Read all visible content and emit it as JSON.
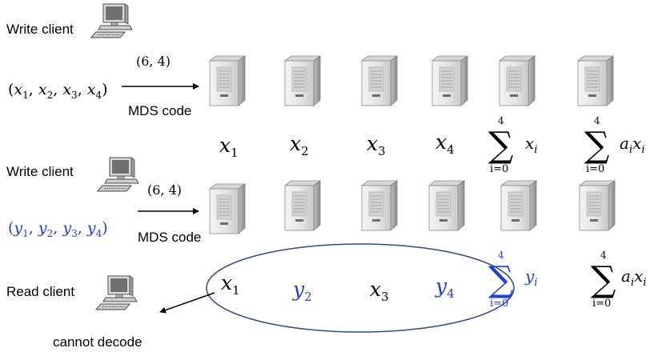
{
  "top": {
    "client_label": "Write client",
    "code_params": "(6, 4)",
    "code_name": "MDS code",
    "tuple": {
      "open": "(",
      "vars": [
        "x",
        "x",
        "x",
        "x"
      ],
      "subs": [
        "1",
        "2",
        "3",
        "4"
      ],
      "sep": ",",
      "close": ")"
    },
    "stored": {
      "plain": [
        {
          "var": "x",
          "sub": "1"
        },
        {
          "var": "x",
          "sub": "2"
        },
        {
          "var": "x",
          "sub": "3"
        },
        {
          "var": "x",
          "sub": "4"
        }
      ],
      "sum1": {
        "upper": "4",
        "lower": "i=0",
        "var": "x",
        "sub": "i"
      },
      "sum2": {
        "upper": "4",
        "lower": "i=0",
        "coef": "a",
        "coef_sub": "i",
        "var": "x",
        "sub": "i"
      }
    }
  },
  "middle": {
    "client_label": "Write client",
    "code_params": "(6, 4)",
    "code_name": "MDS code",
    "tuple": {
      "open": "(",
      "vars": [
        "y",
        "y",
        "y",
        "y"
      ],
      "subs": [
        "1",
        "2",
        "3",
        "4"
      ],
      "sep": ",",
      "close": ")"
    }
  },
  "bottom": {
    "client_label": "Read client",
    "status": "cannot decode",
    "read": {
      "plain": [
        {
          "var": "x",
          "sub": "1",
          "color": "#000000"
        },
        {
          "var": "y",
          "sub": "2",
          "color": "#1f3fd8"
        },
        {
          "var": "x",
          "sub": "3",
          "color": "#000000"
        },
        {
          "var": "y",
          "sub": "4",
          "color": "#1f3fd8"
        }
      ],
      "sum1": {
        "upper": "4",
        "lower": "i=0",
        "var": "y",
        "sub": "i",
        "color": "#1f3fd8"
      },
      "sum2": {
        "upper": "4",
        "lower": "i=0",
        "coef": "a",
        "coef_sub": "i",
        "var": "x",
        "sub": "i",
        "color": "#000000"
      }
    }
  },
  "colors": {
    "accent": "#1f3fd8",
    "ellipse": "#2f4a88"
  },
  "icons": [
    "computer-icon",
    "server-icon",
    "arrow-icon"
  ]
}
